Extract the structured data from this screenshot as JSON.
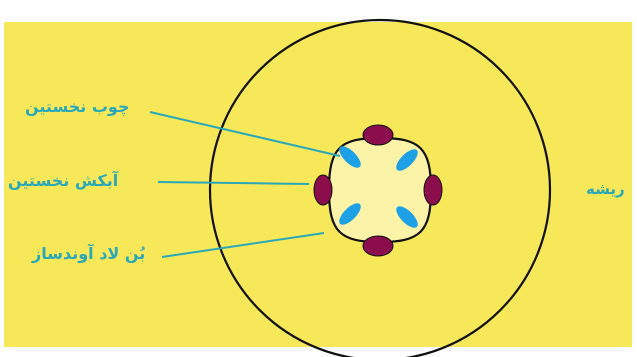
{
  "diagram": {
    "labels": {
      "primary_xylem": "چوب نخستین",
      "primary_phloem": "آبکش نخستین",
      "pericycle": "بُن لاد آوندساز",
      "root": "ریشه"
    },
    "colors": {
      "background": "#f7e85a",
      "outline": "#111111",
      "phloem": "#8b0d4b",
      "xylem": "#1ea0e6",
      "label": "#2aa8b8"
    }
  }
}
